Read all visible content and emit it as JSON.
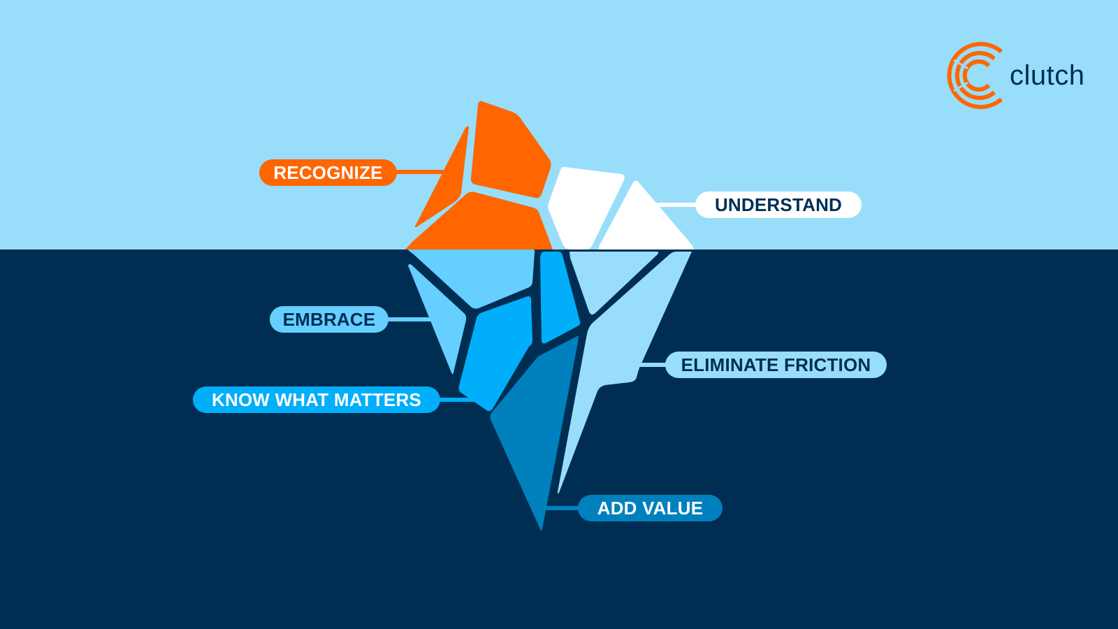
{
  "colors": {
    "sky": "#98DEFB",
    "sea": "#002E53",
    "orange": "#FF6600",
    "white": "#FFFFFF",
    "ice_light": "#66CFFF",
    "ice_mid": "#00AEF9",
    "ice_dark": "#0080BD",
    "ice_pale": "#98DEFB",
    "navy_text": "#002E53"
  },
  "logo": {
    "icon": "clutch-c-icon",
    "text": "clutch"
  },
  "diagram": {
    "title": "Iceberg",
    "labels": [
      {
        "id": "recognize",
        "text": "RECOGNIZE",
        "section": "above-water"
      },
      {
        "id": "understand",
        "text": "UNDERSTAND",
        "section": "above-water"
      },
      {
        "id": "embrace",
        "text": "EMBRACE",
        "section": "below-water"
      },
      {
        "id": "know-what-matters",
        "text": "KNOW WHAT MATTERS",
        "section": "below-water"
      },
      {
        "id": "eliminate-friction",
        "text": "ELIMINATE FRICTION",
        "section": "below-water"
      },
      {
        "id": "add-value",
        "text": "ADD VALUE",
        "section": "below-water"
      }
    ]
  }
}
